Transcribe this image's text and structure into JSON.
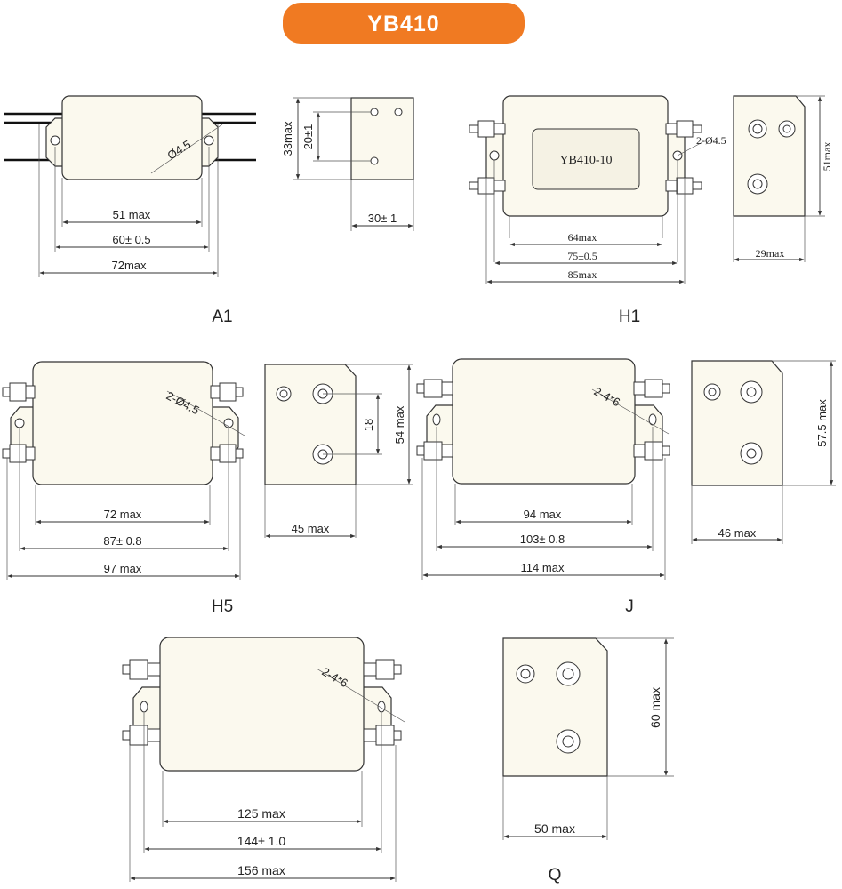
{
  "title": "YB410",
  "colors": {
    "banner": "#f07a22",
    "body_fill": "#fbf9ee",
    "line": "#333333"
  },
  "A1": {
    "label": "A1",
    "dim_51": "51 max",
    "dim_60": "60± 0.5",
    "dim_72": "72max",
    "hole": "Ø4.5",
    "side_height": "33max",
    "side_spacing": "20±1",
    "side_width": "30± 1"
  },
  "H1": {
    "label": "H1",
    "plate": "YB410-10",
    "hole": "2-Ø4.5",
    "dim_64": "64max",
    "dim_75": "75±0.5",
    "dim_85": "85max",
    "side_height": "51max",
    "side_width": "29max"
  },
  "H5": {
    "label": "H5",
    "hole": "2-Ø4.5",
    "dim_72": "72 max",
    "dim_87": "87± 0.8",
    "dim_97": "97 max",
    "side_height": "54 max",
    "side_spacing": "18",
    "side_width": "45 max"
  },
  "J": {
    "label": "J",
    "hole": "2-4*6",
    "dim_94": "94 max",
    "dim_103": "103± 0.8",
    "dim_114": "114 max",
    "side_height": "57.5 max",
    "side_width": "46 max"
  },
  "Q": {
    "label": "Q",
    "hole": "2-4*6",
    "dim_125": "125 max",
    "dim_144": "144± 1.0",
    "dim_156": "156 max",
    "side_height": "60 max",
    "side_width": "50 max"
  }
}
